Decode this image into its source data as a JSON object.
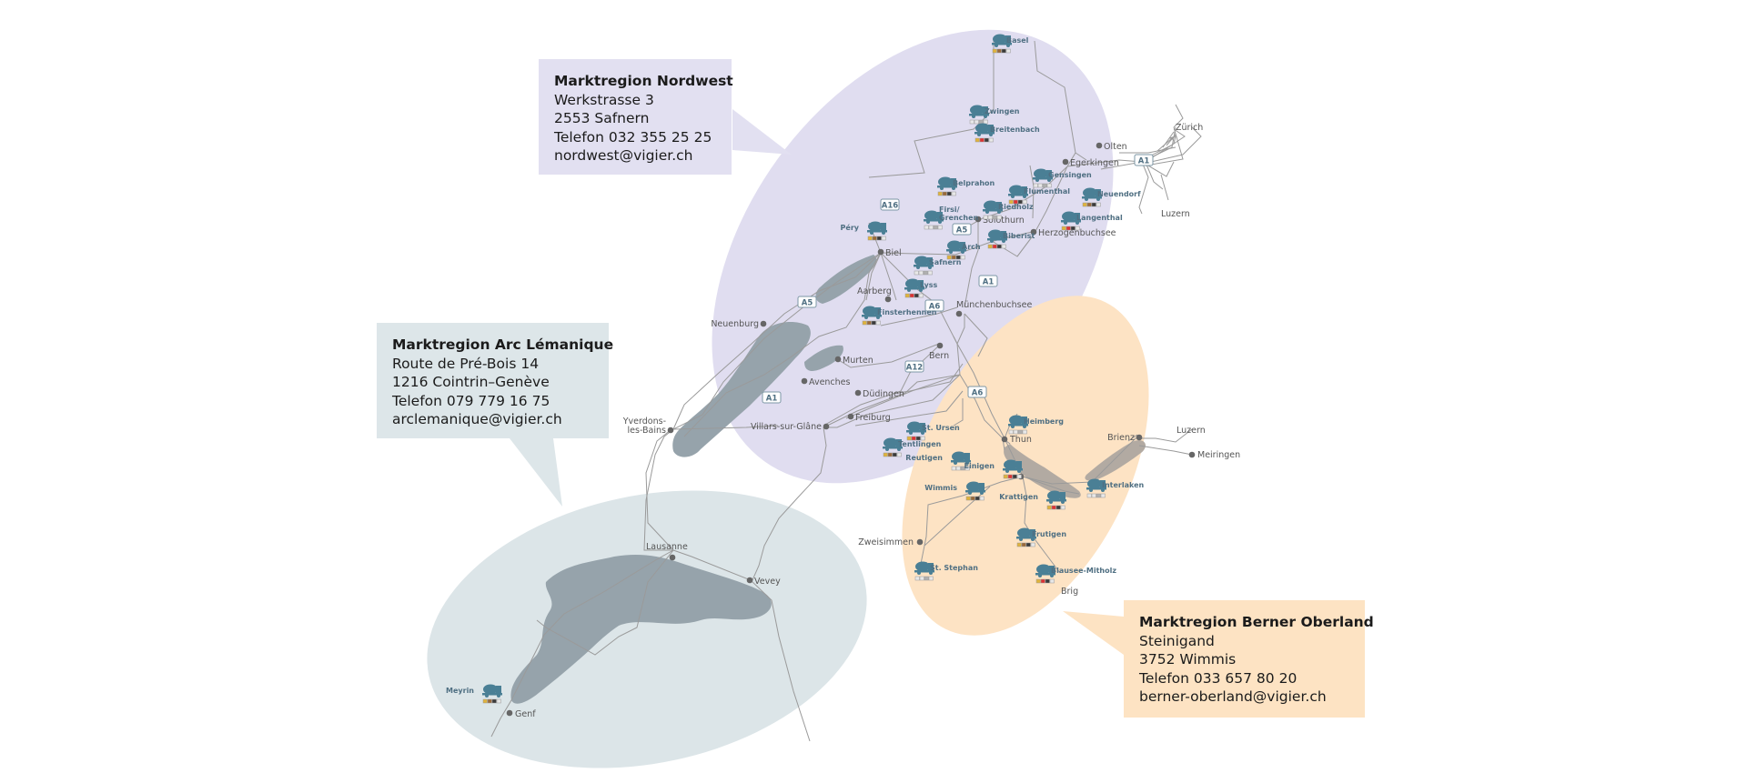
{
  "regions": [
    {
      "id": "nordwest",
      "color": "#e0ddf0",
      "title": "Marktregion Nordwest",
      "lines": [
        "Werkstrasse 3",
        "2553 Safnern",
        "Telefon 032 355 25 25",
        "nordwest@vigier.ch"
      ]
    },
    {
      "id": "arc",
      "color": "#dce5e8",
      "title": "Marktregion Arc Lémanique",
      "lines": [
        "Route de Pré-Bois 14",
        "1216 Cointrin–Genève",
        "Telefon 079 779 16 75",
        "arclemanique@vigier.ch"
      ]
    },
    {
      "id": "berner",
      "color": "#fde3c4",
      "title": "Marktregion Berner Oberland",
      "lines": [
        "Steinigand",
        "3752 Wimmis",
        "Telefon 033 657 80 20",
        "berner-oberland@vigier.ch"
      ]
    }
  ],
  "plants": [
    {
      "name": "Basel",
      "icon": "mixer-truck-icon"
    },
    {
      "name": "Zwingen",
      "icon": "mixer-truck-icon"
    },
    {
      "name": "Breitenbach",
      "icon": "mixer-truck-icon"
    },
    {
      "name": "Belprahon",
      "icon": "mixer-truck-icon"
    },
    {
      "name": "Gensingen",
      "icon": "mixer-truck-icon"
    },
    {
      "name": "Flumenthal",
      "icon": "mixer-truck-icon"
    },
    {
      "name": "Neuendorf",
      "icon": "mixer-truck-icon"
    },
    {
      "name": "Riedholz",
      "icon": "mixer-truck-icon"
    },
    {
      "name": "Langenthal",
      "icon": "mixer-truck-icon"
    },
    {
      "name": "Péry",
      "icon": "mixer-truck-icon"
    },
    {
      "name": "Firsi/ Grenchen",
      "icon": "mixer-truck-icon"
    },
    {
      "name": "Biberist",
      "icon": "mixer-truck-icon"
    },
    {
      "name": "Arch",
      "icon": "mixer-truck-icon"
    },
    {
      "name": "Safnern",
      "icon": "mixer-truck-icon"
    },
    {
      "name": "Lyss",
      "icon": "mixer-truck-icon"
    },
    {
      "name": "Finsterhennen",
      "icon": "mixer-truck-icon"
    },
    {
      "name": "Heimberg",
      "icon": "mixer-truck-icon"
    },
    {
      "name": "St. Ursen",
      "icon": "mixer-truck-icon"
    },
    {
      "name": "Tentlingen",
      "icon": "mixer-truck-icon"
    },
    {
      "name": "Reutigen",
      "icon": "mixer-truck-icon"
    },
    {
      "name": "Einigen",
      "icon": "mixer-truck-icon"
    },
    {
      "name": "Wimmis",
      "icon": "mixer-truck-icon"
    },
    {
      "name": "Interlaken",
      "icon": "mixer-truck-icon"
    },
    {
      "name": "Krattigen",
      "icon": "mixer-truck-icon"
    },
    {
      "name": "Frutigen",
      "icon": "mixer-truck-icon"
    },
    {
      "name": "St. Stephan",
      "icon": "mixer-truck-icon"
    },
    {
      "name": "Blausee-Mitholz",
      "icon": "mixer-truck-icon"
    },
    {
      "name": "Meyrin",
      "icon": "mixer-truck-icon"
    }
  ],
  "cities": [
    "Olten",
    "Egerkingen",
    "Zürich",
    "Luzern",
    "Solothurn",
    "Herzogenbuchsee",
    "Biel",
    "Aarberg",
    "Münchenbuchsee",
    "Neuenburg",
    "Murten",
    "Bern",
    "Avenches",
    "Düdingen",
    "Yverdons-",
    "les-Bains",
    "Villars-sur-Glâne",
    "Freiburg",
    "Thun",
    "Brienz",
    "Luzern",
    "Meiringen",
    "Zweisimmen",
    "Brig",
    "Lausanne",
    "Vevey",
    "Genf"
  ],
  "motorways": [
    "A1",
    "A16",
    "A5",
    "A1",
    "A5",
    "A6",
    "A12",
    "A1",
    "A6"
  ],
  "colors": {
    "road": "#9a9a9a",
    "lake": "#96a3ab",
    "lake_oberland": "#b2aaa2",
    "truck": "#4a7f95",
    "label": "#4f6f82",
    "city": "#555555",
    "dot": "#666666"
  }
}
